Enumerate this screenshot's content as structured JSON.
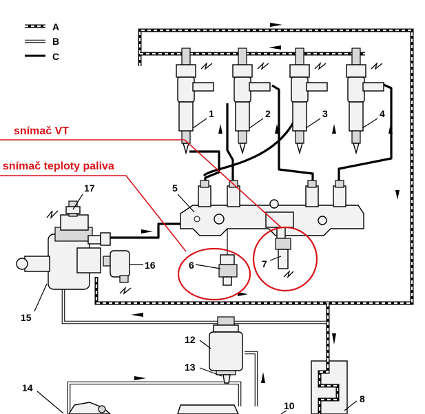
{
  "legend": {
    "a_label": "A",
    "b_label": "B",
    "c_label": "C"
  },
  "annotations": {
    "vt_sensor": "snímač VT",
    "fuel_temp_sensor": "snímač teploty paliva"
  },
  "callouts": {
    "n1": "1",
    "n2": "2",
    "n3": "3",
    "n4": "4",
    "n5": "5",
    "n6": "6",
    "n7": "7",
    "n8": "8",
    "n10": "10",
    "n12": "12",
    "n13": "13",
    "n14": "14",
    "n15": "15",
    "n16": "16",
    "n17": "17"
  },
  "colors": {
    "highlight": "#d9141a",
    "line": "#000000",
    "background": "#ffffff"
  },
  "icons": [
    "electric-connector-bolt-icon",
    "flow-arrow-icon"
  ]
}
